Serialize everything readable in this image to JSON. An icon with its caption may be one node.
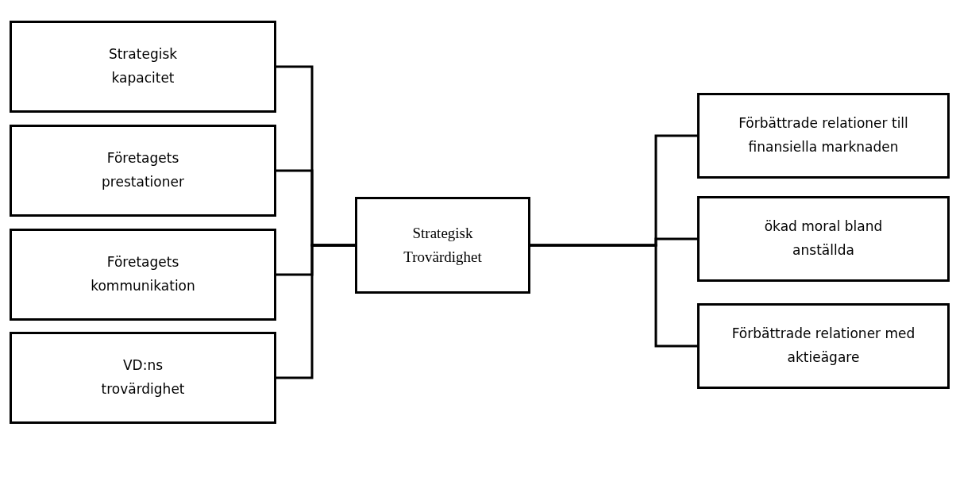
{
  "diagram": {
    "nodes": [
      {
        "text": [
          "Strategisk kapacitet"
        ]
      },
      {
        "text": [
          "Företagets prestationer"
        ]
      },
      {
        "text": [
          "Företagets kommunikation"
        ]
      },
      {
        "text": [
          "VD:ns trovärdighet"
        ]
      },
      {
        "text": [
          "Strategisk Trovärdighet"
        ]
      },
      {
        "text": [
          "Förbättrade relationer till finansiella marknaden"
        ]
      },
      {
        "text": [
          "ökad moral bland anställda"
        ]
      },
      {
        "text": [
          "Förbättrade relationer med aktieägare"
        ]
      }
    ],
    "edges": [
      {
        "from": 0,
        "to": 4,
        "arrow": "none"
      },
      {
        "from": 1,
        "to": 4,
        "arrow": "none"
      },
      {
        "from": 2,
        "to": 4,
        "arrow": "none"
      },
      {
        "from": 3,
        "to": 4,
        "arrow": "none"
      },
      {
        "from": 4,
        "to": 5,
        "arrow": "none"
      },
      {
        "from": 4,
        "to": 6,
        "arrow": "none"
      },
      {
        "from": 4,
        "to": 7,
        "arrow": "none"
      }
    ]
  }
}
